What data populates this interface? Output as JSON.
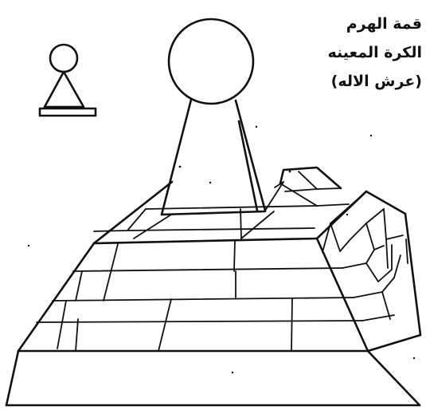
{
  "caption": {
    "line1": "قمة الهرم",
    "line2": "الكرة المعينه",
    "line3": "(عرش الاله)"
  },
  "ink_color": "#111111",
  "background_color": "#ffffff"
}
